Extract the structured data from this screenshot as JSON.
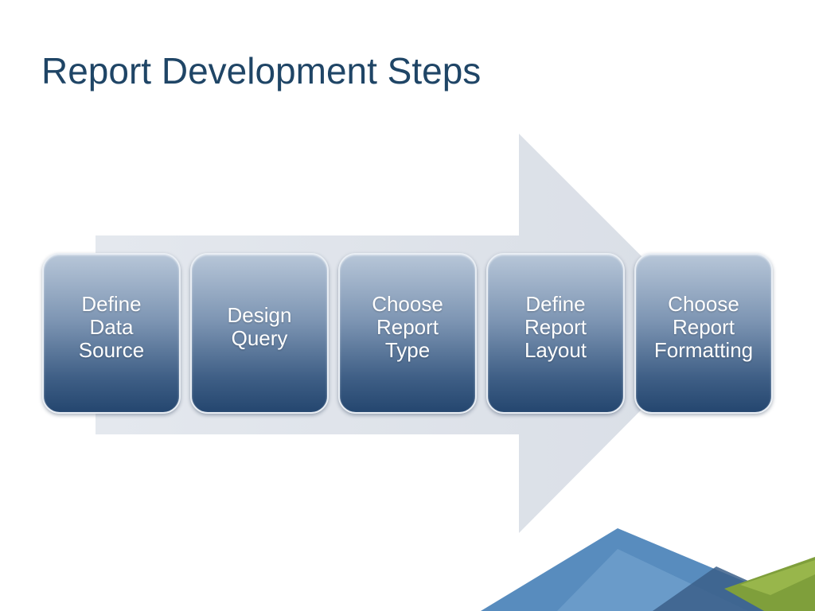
{
  "slide": {
    "title": "Report Development Steps"
  },
  "process": {
    "steps": [
      {
        "label": "Define\nData\nSource"
      },
      {
        "label": "Design\nQuery"
      },
      {
        "label": "Choose\nReport\nType"
      },
      {
        "label": "Define\nReport\nLayout"
      },
      {
        "label": "Choose\nReport\nFormatting"
      }
    ]
  },
  "colors": {
    "title": "#1f4566",
    "arrow": "#dde2e9",
    "box_top": "#b7c6d8",
    "box_bottom": "#24466f",
    "deco_blue": "#4a7fb5",
    "deco_green": "#7a9a3a"
  }
}
